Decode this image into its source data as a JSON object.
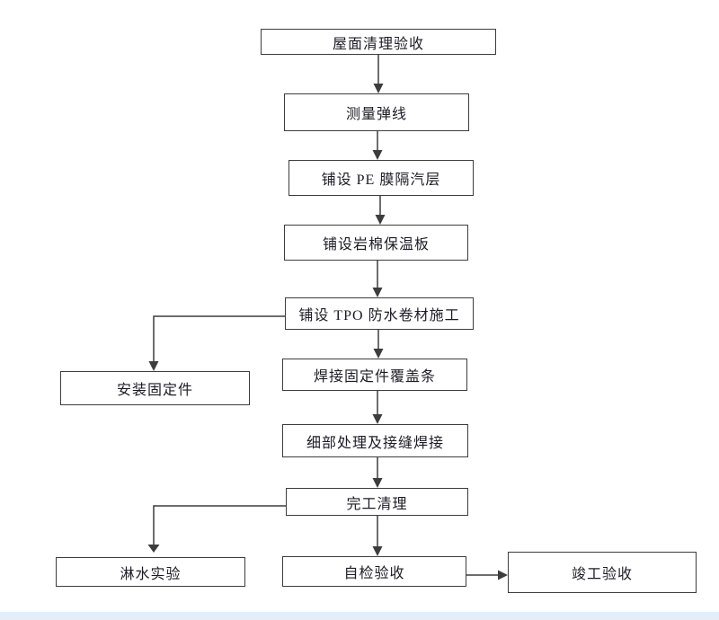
{
  "diagram_type": "flowchart",
  "colors": {
    "page_bg": "#ffffff",
    "box_border": "#3d3d3d",
    "line": "#3d3d3d",
    "text": "#1c1c26",
    "bottom_tint": "#e3eefb"
  },
  "nodes": [
    {
      "id": "roof-cleaning-acceptance",
      "label": "屋面清理验收"
    },
    {
      "id": "measure-snap-line",
      "label": "测量弹线"
    },
    {
      "id": "pe-film-vapor-barrier",
      "label": "铺设 PE 膜隔汽层"
    },
    {
      "id": "rock-wool-insulation-board",
      "label": "铺设岩棉保温板"
    },
    {
      "id": "tpo-membrane-construction",
      "label": "铺设 TPO 防水卷材施工"
    },
    {
      "id": "install-fixings",
      "label": "安装固定件"
    },
    {
      "id": "weld-fixing-cover-strip",
      "label": "焊接固定件覆盖条"
    },
    {
      "id": "detail-and-seam-welding",
      "label": "细部处理及接缝焊接"
    },
    {
      "id": "completion-cleanup",
      "label": "完工清理"
    },
    {
      "id": "water-spray-test",
      "label": "淋水实验"
    },
    {
      "id": "self-inspection-acceptance",
      "label": "自检验收"
    },
    {
      "id": "completion-acceptance",
      "label": "竣工验收"
    }
  ],
  "edges": [
    {
      "from": "roof-cleaning-acceptance",
      "to": "measure-snap-line"
    },
    {
      "from": "measure-snap-line",
      "to": "pe-film-vapor-barrier"
    },
    {
      "from": "pe-film-vapor-barrier",
      "to": "rock-wool-insulation-board"
    },
    {
      "from": "rock-wool-insulation-board",
      "to": "tpo-membrane-construction"
    },
    {
      "from": "tpo-membrane-construction",
      "to": "install-fixings"
    },
    {
      "from": "tpo-membrane-construction",
      "to": "weld-fixing-cover-strip"
    },
    {
      "from": "weld-fixing-cover-strip",
      "to": "detail-and-seam-welding"
    },
    {
      "from": "detail-and-seam-welding",
      "to": "completion-cleanup"
    },
    {
      "from": "completion-cleanup",
      "to": "water-spray-test"
    },
    {
      "from": "completion-cleanup",
      "to": "self-inspection-acceptance"
    },
    {
      "from": "self-inspection-acceptance",
      "to": "completion-acceptance"
    }
  ]
}
